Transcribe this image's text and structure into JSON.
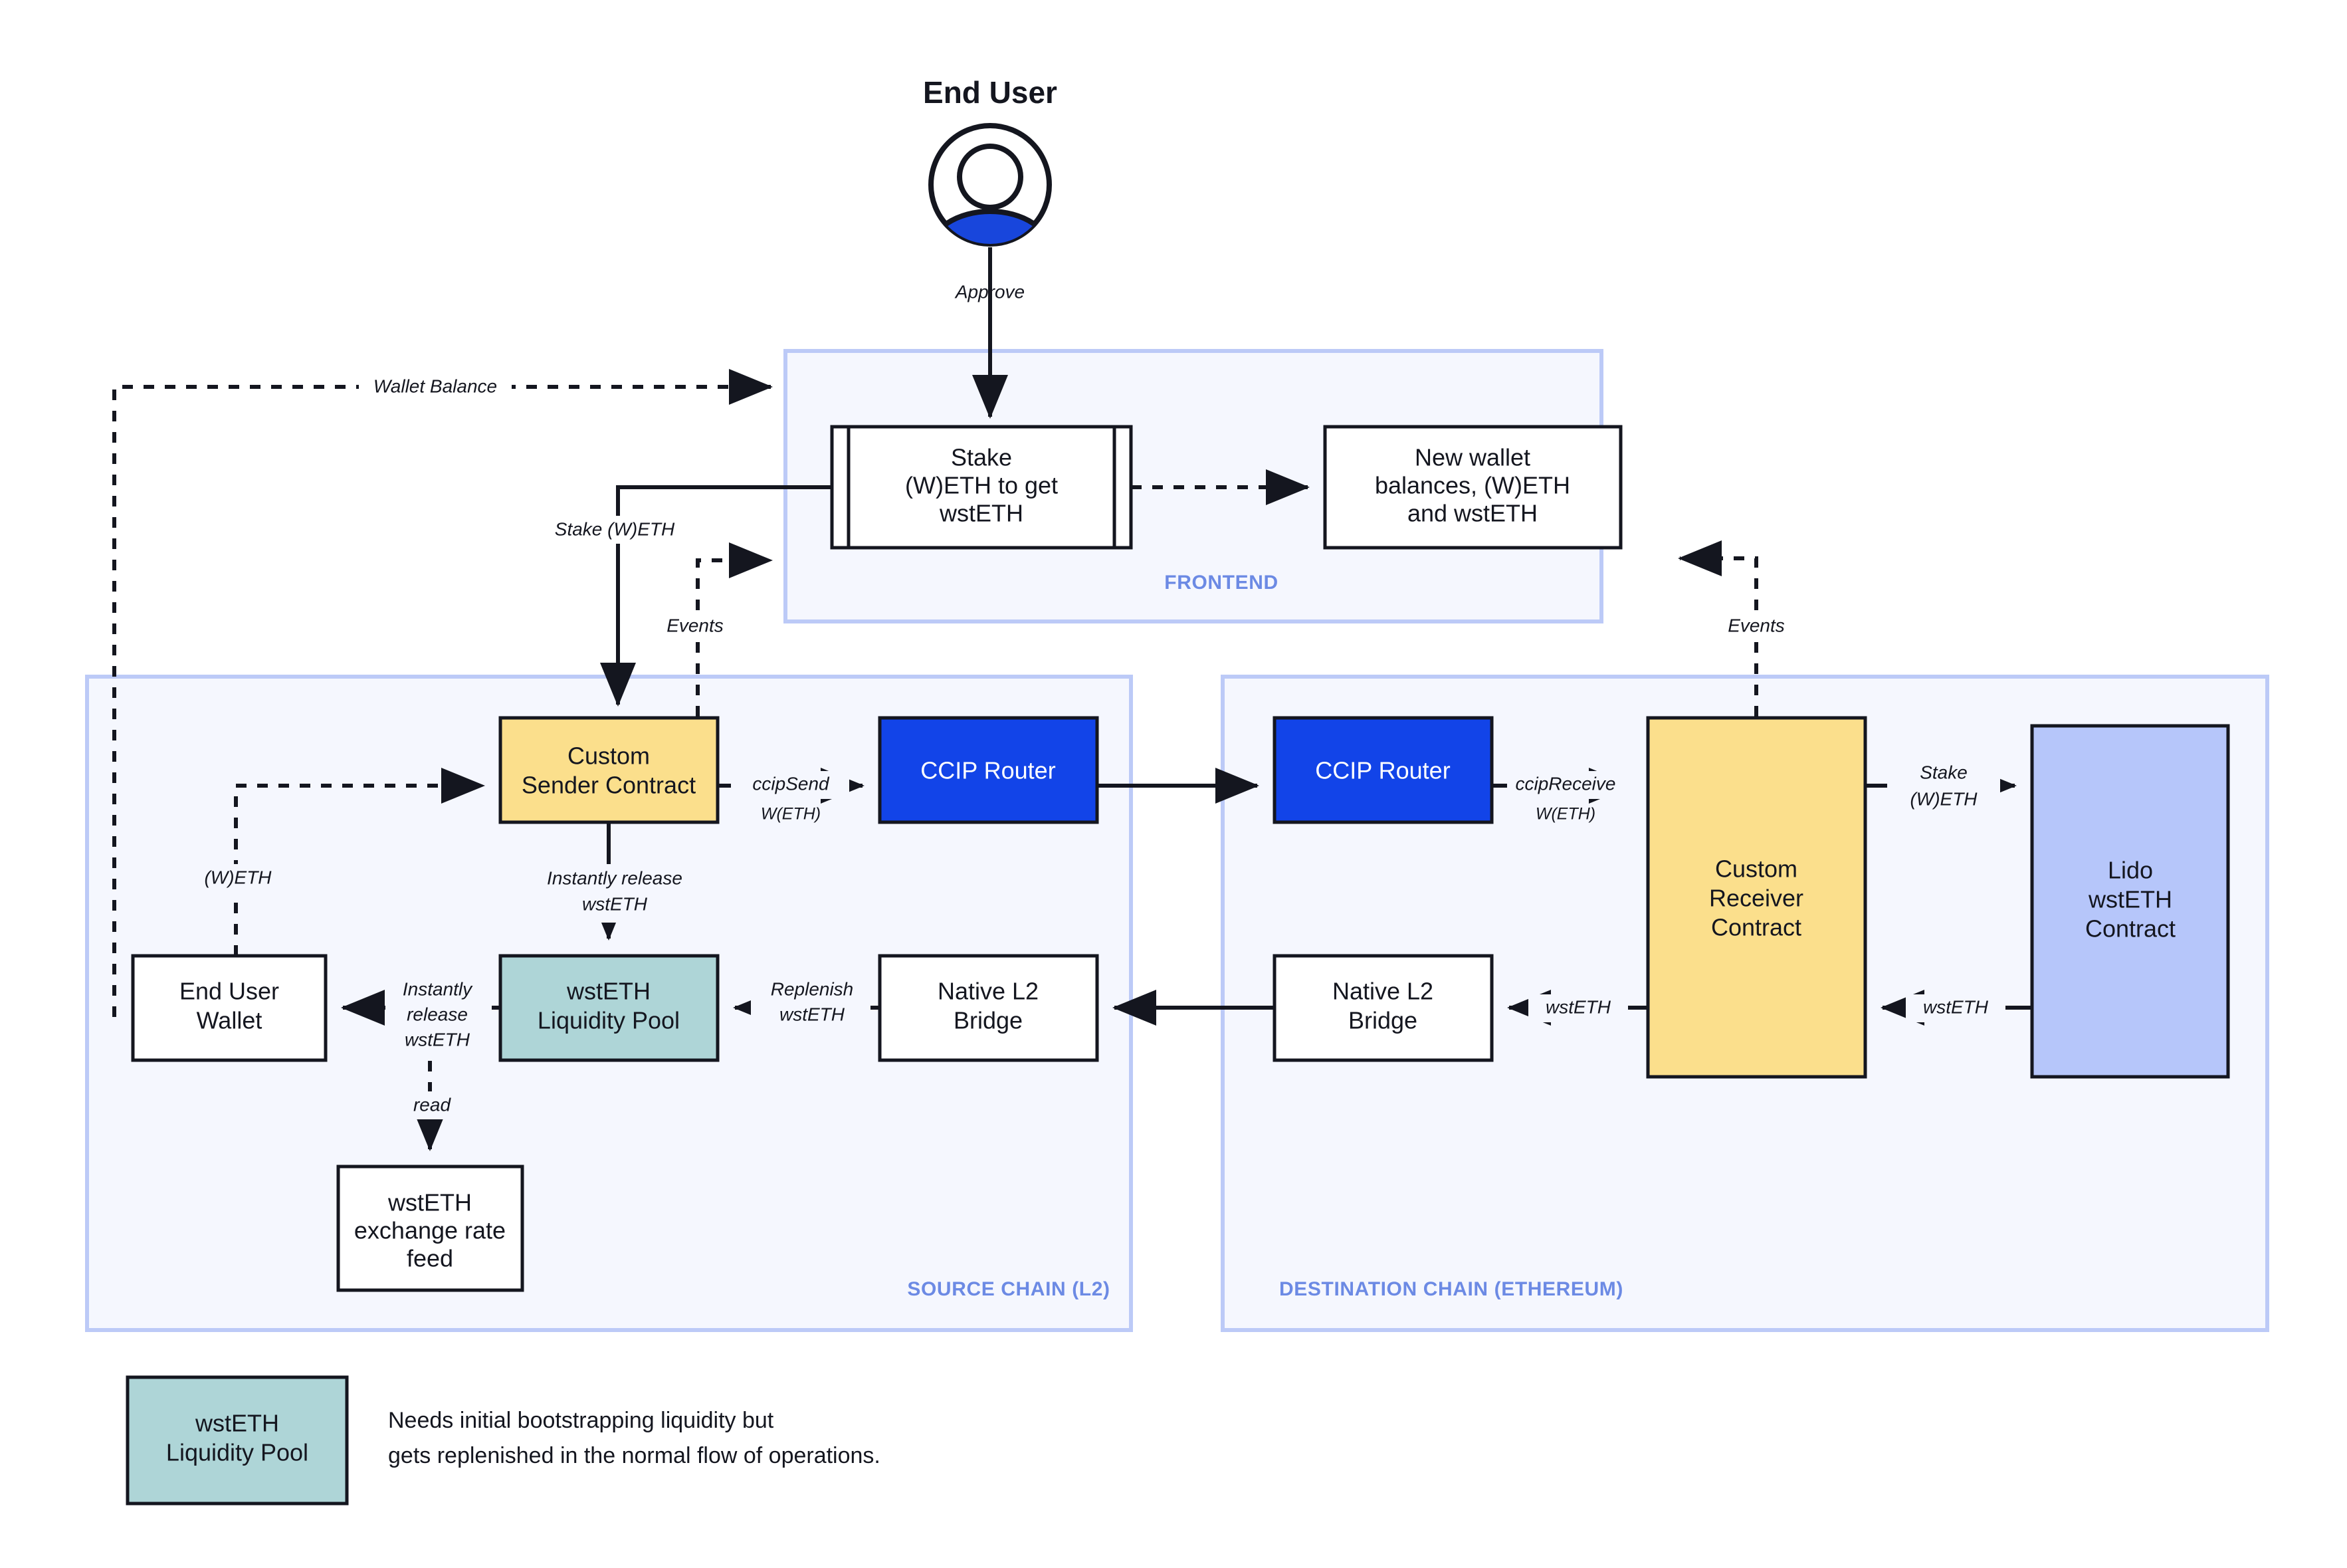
{
  "actor": {
    "title": "End User",
    "icon": "user-avatar-icon",
    "avatar_accent": "#1846dc"
  },
  "containers": [
    {
      "id": "frontend",
      "label": "FRONTEND"
    },
    {
      "id": "source-chain",
      "label": "SOURCE CHAIN (L2)"
    },
    {
      "id": "destination-chain",
      "label": "DESTINATION CHAIN (ETHEREUM)"
    }
  ],
  "nodes": {
    "stake_form": {
      "line1": "Stake",
      "line2": "(W)ETH to get",
      "line3": "wstETH"
    },
    "new_balances": {
      "line1": "New wallet",
      "line2": "balances, (W)ETH",
      "line3": "and wstETH"
    },
    "custom_sender": {
      "line1": "Custom",
      "line2": "Sender Contract"
    },
    "ccip_router_src": {
      "line1": "CCIP Router"
    },
    "ccip_router_dst": {
      "line1": "CCIP Router"
    },
    "custom_receiver": {
      "line1": "Custom",
      "line2": "Receiver",
      "line3": "Contract"
    },
    "lido_contract": {
      "line1": "Lido",
      "line2": "wstETH",
      "line3": "Contract"
    },
    "end_user_wallet": {
      "line1": "End User",
      "line2": "Wallet"
    },
    "liquidity_pool": {
      "line1": "wstETH",
      "line2": "Liquidity Pool"
    },
    "native_bridge_src": {
      "line1": "Native L2",
      "line2": "Bridge"
    },
    "native_bridge_dst": {
      "line1": "Native L2",
      "line2": "Bridge"
    },
    "rate_feed": {
      "line1": "wstETH",
      "line2": "exchange rate",
      "line3": "feed"
    }
  },
  "edges": {
    "approve": "Approve",
    "wallet_balance": "Wallet Balance",
    "stake_weth": "Stake (W)ETH",
    "events_source": "Events",
    "events_dest": "Events",
    "ccip_send": "ccipSend",
    "ccip_send_sub": "W(ETH)",
    "ccip_receive": "ccipReceive",
    "ccip_receive_sub": "W(ETH)",
    "stake_weth_dst_l1": "Stake",
    "stake_weth_dst_l2": "(W)ETH",
    "weth_wallet": "(W)ETH",
    "instant_release_l1": "Instantly release",
    "instant_release_l2": "wstETH",
    "instant_release_wallet_l1": "Instantly",
    "instant_release_wallet_l2": "release",
    "instant_release_wallet_l3": "wstETH",
    "replenish_l1": "Replenish",
    "replenish_l2": "wstETH",
    "read": "read",
    "wsteth_receiver": "wstETH",
    "wsteth_lido": "wstETH"
  },
  "legend": {
    "swatch_label_l1": "wstETH",
    "swatch_label_l2": "Liquidity Pool",
    "note_line1": "Needs initial bootstrapping liquidity but",
    "note_line2": "gets replenished in the normal flow of operations."
  },
  "colors": {
    "yellow": "#fbdf8c",
    "teal": "#aed5d7",
    "lavender": "#b6c6fa",
    "ccip_blue": "#1244e8",
    "container_fill": "#f5f7fe",
    "container_stroke": "#bccaf7",
    "container_label": "#6c8ae4",
    "ink": "#14161f",
    "white": "#ffffff"
  }
}
